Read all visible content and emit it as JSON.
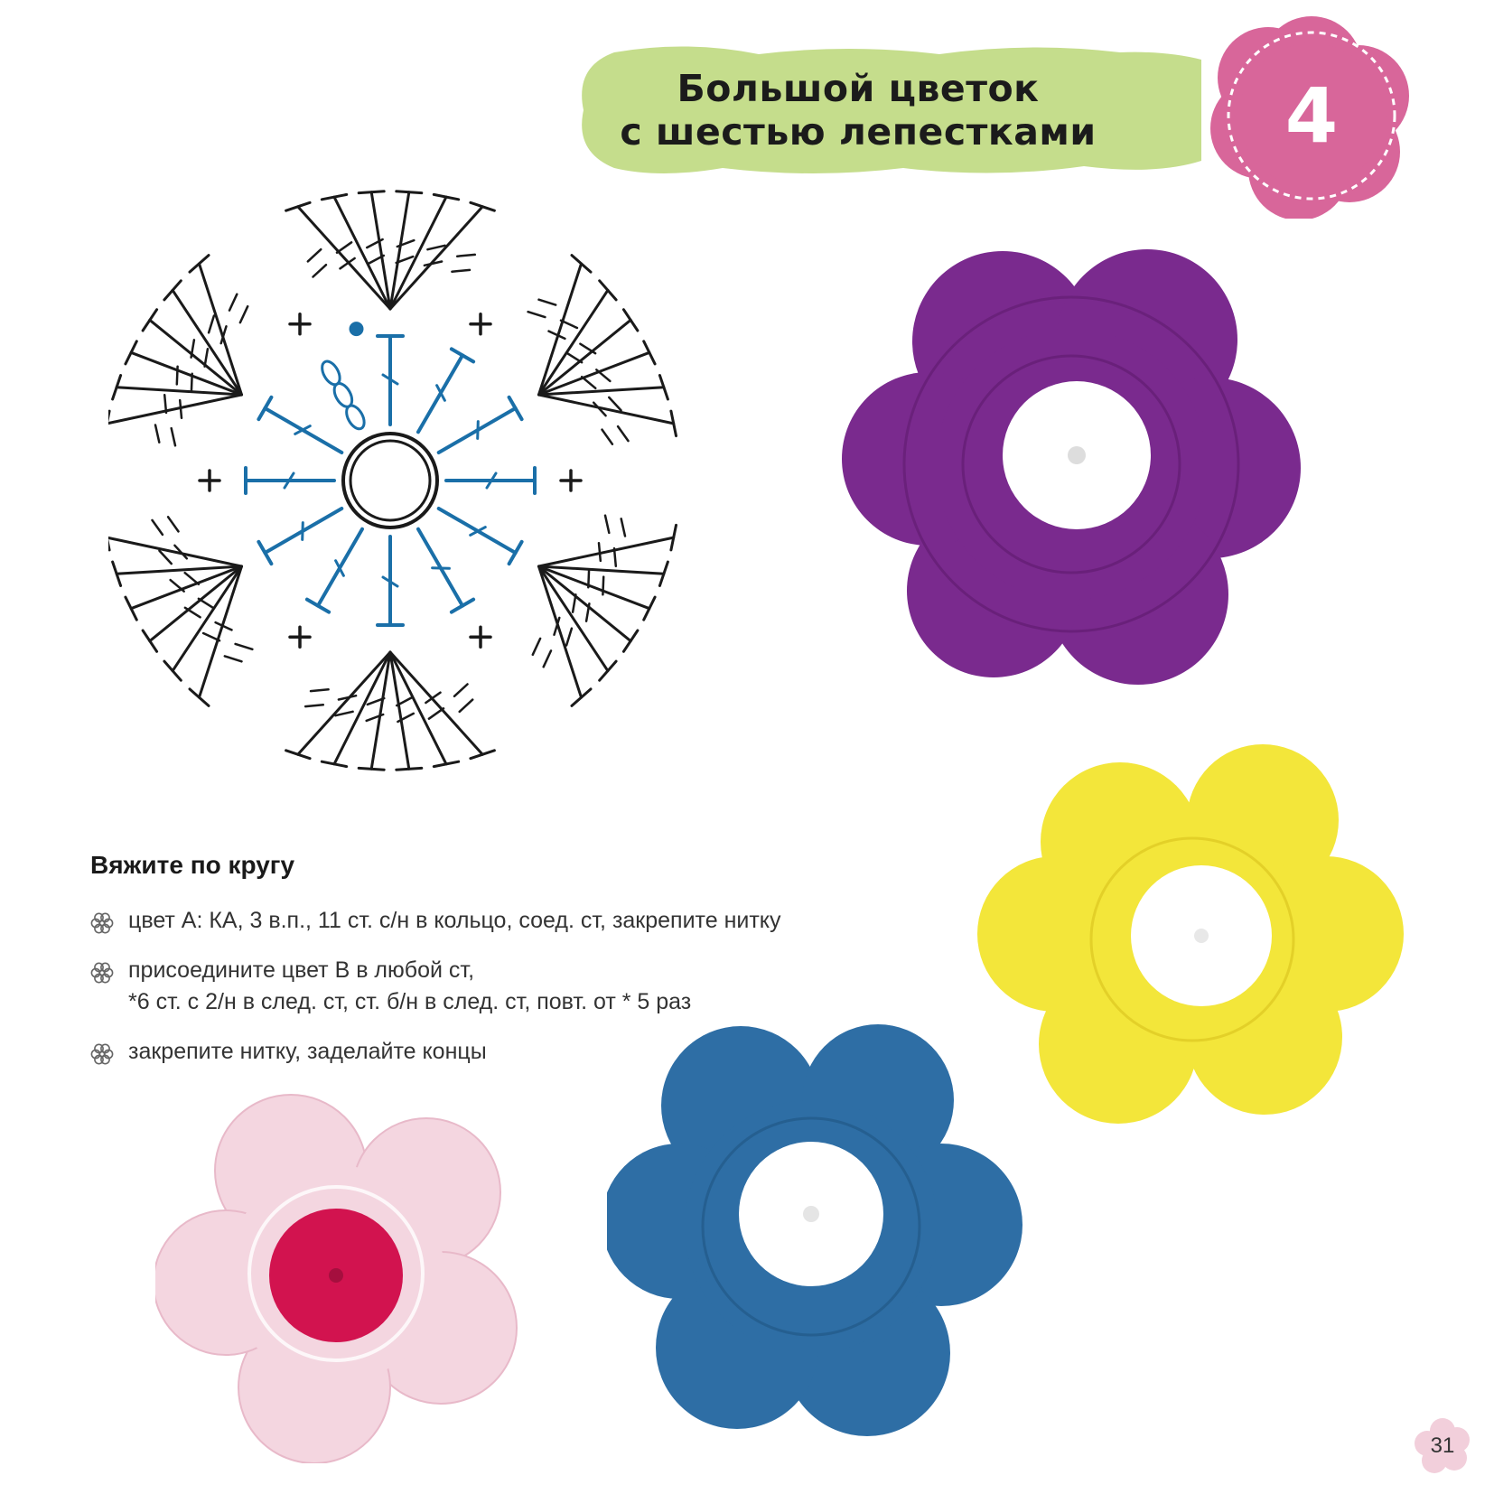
{
  "title": {
    "line1": "Большой цветок",
    "line2": "с шестью лепестками"
  },
  "badge": {
    "number": "4",
    "color": "#d8669a"
  },
  "banner": {
    "color": "#c5dd8c"
  },
  "diagram": {
    "icon": "crochet-chart",
    "inner_round_color": "#1a6fa8",
    "outer_round_color": "#1a1a1a"
  },
  "instructions": {
    "heading": "Вяжите по кругу",
    "items": [
      {
        "lines": [
          "цвет А: КА, 3 в.п., 11 ст. с/н в кольцо, соед. ст, закрепите нитку"
        ]
      },
      {
        "lines": [
          "присоедините цвет В в любой ст,",
          "*6 ст. с 2/н в след. ст, ст. б/н в след. ст, повт. от * 5 раз"
        ]
      },
      {
        "lines": [
          "закрепите нитку, заделайте концы"
        ]
      }
    ],
    "bullet_icon": "flower-bullet-icon"
  },
  "flowers": [
    {
      "name": "purple",
      "petal": "#7a2a8e",
      "center": "#ffffff"
    },
    {
      "name": "yellow",
      "petal": "#f3e63a",
      "center": "#ffffff"
    },
    {
      "name": "blue",
      "petal": "#2e6ea5",
      "center": "#ffffff"
    },
    {
      "name": "pink",
      "petal": "#f4d6e0",
      "center": "#d2134f"
    }
  ],
  "page_number": "31"
}
